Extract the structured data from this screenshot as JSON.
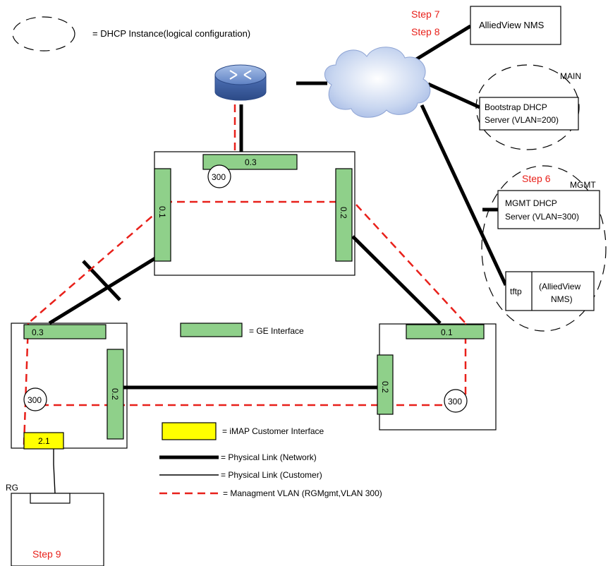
{
  "legend": {
    "dhcp_instance": "= DHCP Instance(logical configuration)",
    "ge_interface": "= GE Interface",
    "imap_customer_interface": "= iMAP Customer Interface",
    "physical_link_network": "= Physical Link (Network)",
    "physical_link_customer": "= Physical Link (Customer)",
    "management_vlan": "= Managment VLAN (RGMgmt,VLAN 300)"
  },
  "steps": {
    "step7": "Step 7",
    "step8": "Step 8",
    "step6": "Step 6",
    "step9": "Step 9"
  },
  "servers": {
    "nms": "AlliedView NMS",
    "main_label": "MAIN",
    "bootstrap_line1": "Bootstrap DHCP",
    "bootstrap_line2": "Server (VLAN=200)",
    "mgmt_label": "MGMT",
    "mgmt_line1": "MGMT DHCP",
    "mgmt_line2": "Server (VLAN=300)",
    "tftp": "tftp",
    "tftp_nms_line1": "(AlliedView",
    "tftp_nms_line2": "NMS)"
  },
  "top_node": {
    "port_top": "0.3",
    "port_left": "0.1",
    "port_right": "0.2",
    "vlan": "300"
  },
  "left_node": {
    "port_top": "0.3",
    "port_right": "0.2",
    "customer_port": "2.1",
    "vlan": "300"
  },
  "right_node": {
    "port_top": "0.1",
    "port_left": "0.2",
    "vlan": "300"
  },
  "rg": {
    "label": "RG"
  },
  "colors": {
    "ge": "#8fd08a",
    "imap": "#ffff00",
    "mgmt_vlan": "#e8201a"
  }
}
